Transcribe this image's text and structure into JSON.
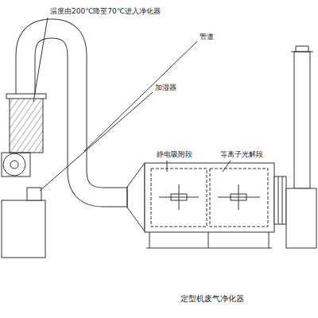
{
  "diagram": {
    "caption": "定型机废气净化器",
    "labels": [
      "温度由200℃降至70℃进入净化器",
      "管道",
      "加湿器",
      "静电吸附段",
      "等离子光解段"
    ]
  }
}
